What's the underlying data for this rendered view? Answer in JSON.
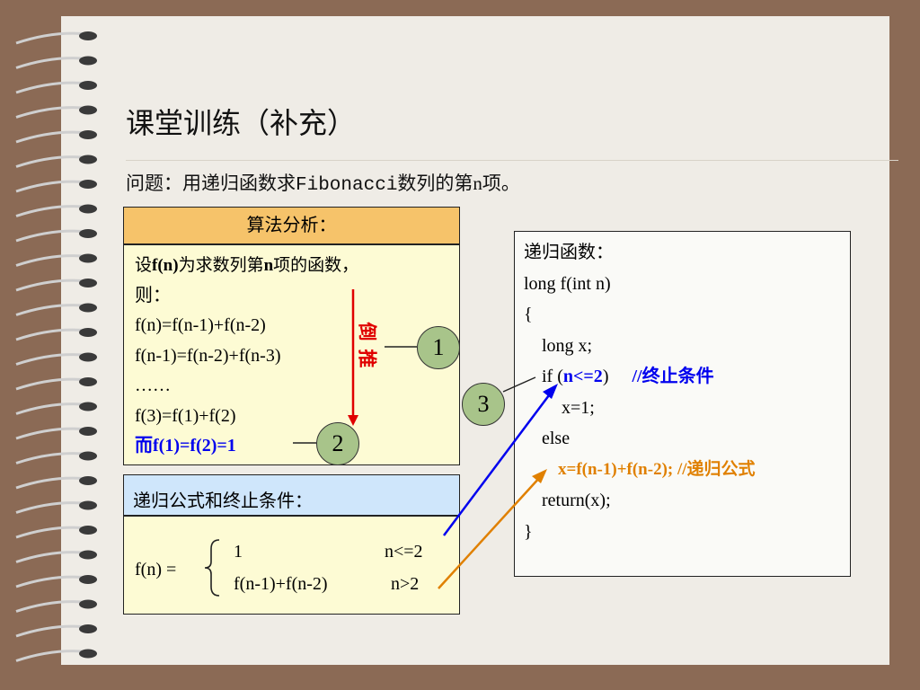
{
  "slide": {
    "title": "课堂训练（补充）",
    "question_label": "问题：",
    "question_prefix": "用递归函数求",
    "question_mono": "Fibonacci",
    "question_suffix": "数列的第n项。"
  },
  "algorithm": {
    "header": "算法分析：",
    "line1_a": "设",
    "line1_b": "f(n)",
    "line1_c": "为求数列第",
    "line1_d": "n",
    "line1_e": "项的函数，",
    "line2": "则：",
    "line3": "f(n)=f(n-1)+f(n-2)",
    "line4": "f(n-1)=f(n-2)+f(n-3)",
    "line5": "……",
    "line6": "f(3)=f(1)+f(2)",
    "line7": "而f(1)=f(2)=1",
    "reverse_char1": "倒",
    "reverse_char2": "推"
  },
  "recursion": {
    "header": "递归公式和终止条件：",
    "lhs": "f(n) =",
    "case1_value": "1",
    "case1_cond": "n<=2",
    "case2_value": "f(n-1)+f(n-2)",
    "case2_cond": "n>2"
  },
  "code": {
    "header": "递归函数：",
    "l1": "long f(int n)",
    "l2": "{",
    "l3": "long x;",
    "l4_a": "if (",
    "l4_b": "n<=2",
    "l4_c": ")",
    "l4_comment": "//终止条件",
    "l5": "x=1;",
    "l6": "else",
    "l7": "x=f(n-1)+f(n-2);  //递归公式",
    "l8": "return(x);",
    "l9": "}"
  },
  "markers": {
    "m1": "1",
    "m2": "2",
    "m3": "3"
  },
  "colors": {
    "red": "#e00000",
    "blue": "#0000ee",
    "orange": "#e08000",
    "marker": "#a8c48a"
  }
}
